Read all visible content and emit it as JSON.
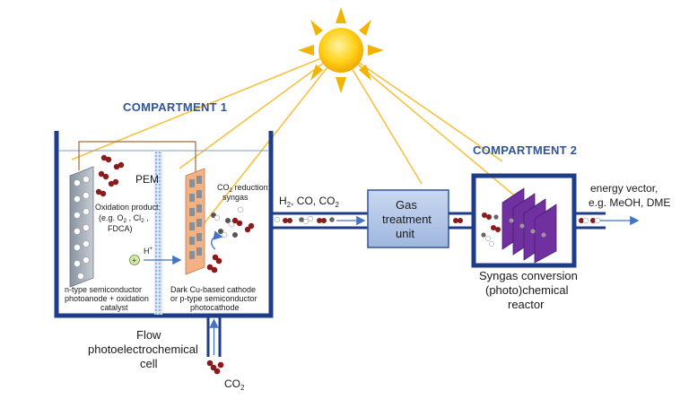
{
  "headings": {
    "compartment1": "COMPARTMENT 1",
    "compartment2": "COMPARTMENT 2"
  },
  "cell": {
    "pem": "PEM",
    "oxidation_line1": "Oxidation product",
    "oxidation_line2_pre": "(e.g. O",
    "oxidation_line2_sub1": "2",
    "oxidation_line2_mid": " , Cl",
    "oxidation_line2_sub2": "2",
    "oxidation_line2_post": " ,",
    "oxidation_line3": "FDCA)",
    "proton": "H",
    "proton_sup": "+",
    "co2red_pre": "CO",
    "co2red_sub": "2",
    "co2red_post": " reduction:",
    "co2red_line2": "syngas",
    "anode_line1": "n-type semiconductor",
    "anode_line2": "photoanode + oxidation",
    "anode_line3": "catalyst",
    "cathode_line1": "Dark Cu-based cathode",
    "cathode_line2": "or p-type semiconductor",
    "cathode_line3": "photocathode",
    "title_line1": "Flow",
    "title_line2": "photoelectrochemical",
    "title_line3": "cell"
  },
  "inlet": {
    "pre": "CO",
    "sub": "2"
  },
  "outflow": {
    "a": "H",
    "a_sub": "2",
    "b": ", CO, CO",
    "b_sub": "2"
  },
  "gas_unit": {
    "line1": "Gas",
    "line2": "treatment",
    "line3": "unit"
  },
  "reactor": {
    "line1": "Syngas conversion",
    "line2": "(photo)chemical",
    "line3": "reactor"
  },
  "product": {
    "line1": "energy vector,",
    "line2": "e.g. MeOH, DME"
  },
  "colors": {
    "frame": "#1f3c88",
    "arrow": "#4472c4",
    "heading": "#2f5597",
    "sun": "#ffc000",
    "ray": "#f5c242",
    "electrode_anode": "#9aa3ad",
    "electrode_cathode": "#f4b183",
    "gas_box": "#b4c7e7",
    "reactor_plate": "#7030a0",
    "molecule_red": "#8b1a1a"
  }
}
